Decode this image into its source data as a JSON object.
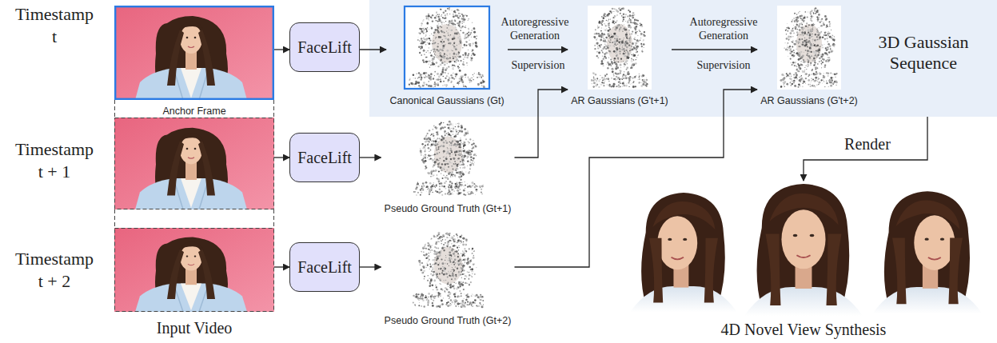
{
  "diagram": {
    "nodes": [
      {
        "text": [
          "Anchor Frame"
        ]
      },
      {
        "text": [
          "FaceLift"
        ]
      },
      {
        "text": [
          "3D Gaussian Sequence"
        ]
      },
      {
        "text": [
          "Canonical Gaussians (Gt)"
        ],
        "in": 2
      },
      {
        "text": [
          "AR Gaussians (G't+1)"
        ],
        "in": 2
      },
      {
        "text": [
          "AR Gaussians (G't+2)"
        ],
        "in": 2
      },
      {
        "text": [
          "FaceLift"
        ]
      },
      {
        "text": [
          "Pseudo Ground Truth (Gt+1)"
        ]
      },
      {
        "text": [
          "FaceLift"
        ]
      },
      {
        "text": [
          "Pseudo Ground Truth (Gt+2)"
        ]
      },
      {
        "text": [
          "4D Novel View Synthesis"
        ]
      }
    ],
    "edges": [
      {
        "from": 0,
        "to": 1,
        "arrow": "to"
      },
      {
        "from": 1,
        "to": 3,
        "arrow": "to"
      },
      {
        "from": 3,
        "to": 4,
        "label": "Autoregressive Generation",
        "arrow": "to"
      },
      {
        "from": 4,
        "to": 5,
        "label": "Autoregressive Generation",
        "arrow": "to"
      },
      {
        "from": 6,
        "to": 7,
        "arrow": "to"
      },
      {
        "from": 7,
        "to": 4,
        "label": "Supervision",
        "arrow": "to"
      },
      {
        "from": 8,
        "to": 9,
        "arrow": "to"
      },
      {
        "from": 9,
        "to": 5,
        "label": "Supervision",
        "arrow": "to"
      },
      {
        "from": 2,
        "to": 10,
        "label": "Render",
        "arrow": "to"
      }
    ],
    "labels": [
      "Timestamp t",
      "Timestamp t + 1",
      "Timestamp t + 2",
      "Input Video"
    ]
  }
}
